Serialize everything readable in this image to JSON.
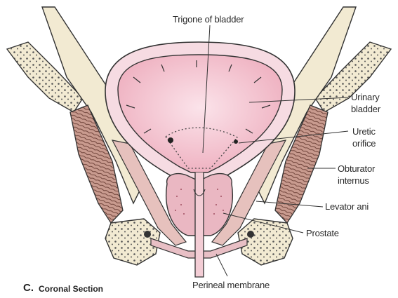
{
  "labels": {
    "trigone": "Trigone of bladder",
    "urinary_bladder_1": "Urinary",
    "urinary_bladder_2": "bladder",
    "ureteric_orifice_1": "Uretic",
    "ureteric_orifice_2": "orifice",
    "obturator_internus_1": "Obturator",
    "obturator_internus_2": "internus",
    "levator_ani": "Levator ani",
    "prostate": "Prostate",
    "perineal_membrane": "Perineal membrane"
  },
  "caption": {
    "letter": "C.",
    "text": "Coronal Section"
  },
  "colors": {
    "bladder_fill": "#f3c6d2",
    "bladder_wall": "#f7dbe3",
    "muscle": "#b98a80",
    "bone": "#f2ead2",
    "prostate": "#eab7c2",
    "line": "#333333"
  }
}
